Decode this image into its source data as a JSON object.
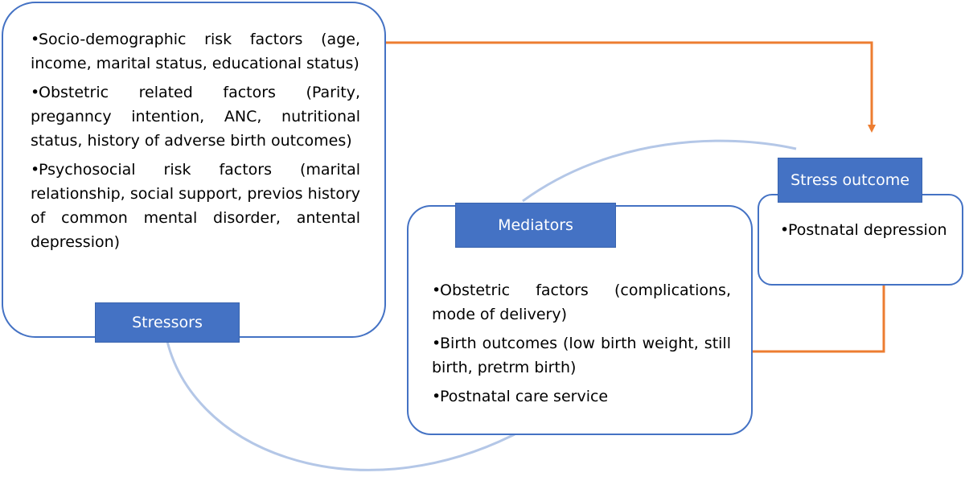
{
  "stressors": {
    "label": "Stressors",
    "items": [
      "Socio-demographic risk factors (age, income, marital status, educational status)",
      "Obstetric related factors (Parity, preganncy intention, ANC, nutritional status, history of adverse birth outcomes)",
      "Psychosocial risk factors (marital relationship, social support, previos history of common mental disorder, antental depression)"
    ]
  },
  "mediators": {
    "label": "Mediators",
    "items": [
      "Obstetric factors (complications, mode of delivery)",
      "Birth outcomes (low birth weight, still birth, pretrm birth)",
      "Postnatal care service"
    ]
  },
  "outcome": {
    "label": "Stress outcome",
    "items": [
      "Postnatal depression"
    ]
  },
  "bullet_symbol": "•",
  "colors": {
    "box_border": "#4472C4",
    "label_fill": "#4472C4",
    "label_text": "#FFFFFF",
    "arrow": "#ED7D31",
    "cycle_arc": "#B4C7E7"
  }
}
